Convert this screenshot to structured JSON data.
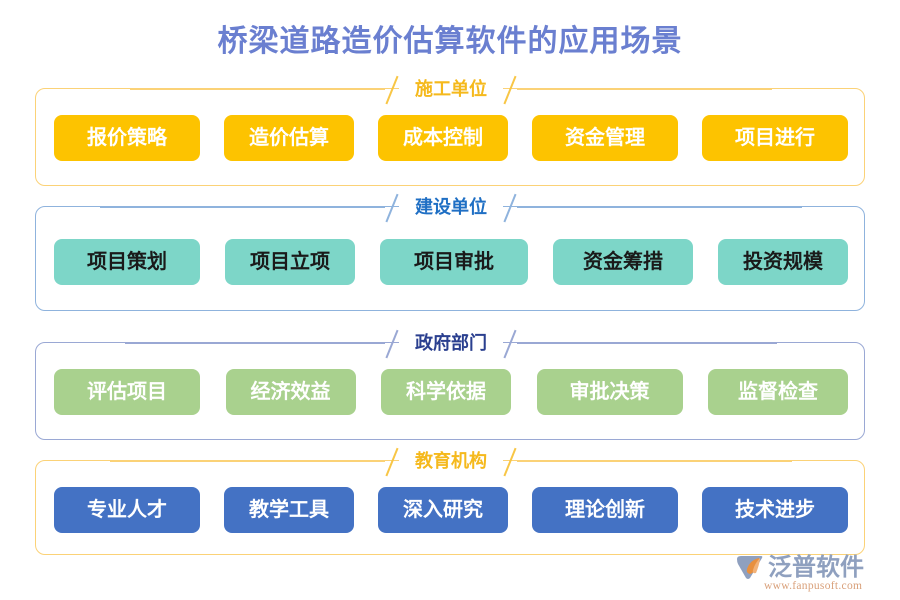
{
  "page": {
    "title": "桥梁道路造价估算软件的应用场景",
    "title_color": "#6a7fd0",
    "background": "#ffffff"
  },
  "sections": [
    {
      "id": "construction-unit",
      "heading": "施工单位",
      "heading_color": "#f5b91c",
      "border_color": "#fbd277",
      "chip_bg": "#fdc300",
      "chip_text_color": "#ffffff",
      "chips": [
        {
          "label": "报价策略"
        },
        {
          "label": "造价估算"
        },
        {
          "label": "成本控制"
        },
        {
          "label": "资金管理"
        },
        {
          "label": "项目进行"
        }
      ]
    },
    {
      "id": "development-unit",
      "heading": "建设单位",
      "heading_color": "#1f6fc4",
      "border_color": "#8fb3dd",
      "chip_bg": "#7dd6c8",
      "chip_text_color": "#1a1a1a",
      "chips": [
        {
          "label": "项目策划"
        },
        {
          "label": "项目立项"
        },
        {
          "label": "项目审批"
        },
        {
          "label": "资金筹措"
        },
        {
          "label": "投资规模"
        }
      ]
    },
    {
      "id": "government-department",
      "heading": "政府部门",
      "heading_color": "#2a3f8f",
      "border_color": "#9aa8d4",
      "chip_bg": "#a9d18e",
      "chip_text_color": "#ffffff",
      "chips": [
        {
          "label": "评估项目"
        },
        {
          "label": "经济效益"
        },
        {
          "label": "科学依据"
        },
        {
          "label": "审批决策"
        },
        {
          "label": "监督检查"
        }
      ]
    },
    {
      "id": "education-institution",
      "heading": "教育机构",
      "heading_color": "#f5b91c",
      "border_color": "#fbd277",
      "chip_bg": "#4472c4",
      "chip_text_color": "#ffffff",
      "chips": [
        {
          "label": "专业人才"
        },
        {
          "label": "教学工具"
        },
        {
          "label": "深入研究"
        },
        {
          "label": "理论创新"
        },
        {
          "label": "技术进步"
        }
      ]
    }
  ],
  "logo": {
    "name": "泛普软件",
    "url": "www.fanpusoft.com",
    "name_color": "#8fa0bf",
    "url_color": "#d9a07a",
    "mark_icon": "fanpu-logo-icon"
  }
}
